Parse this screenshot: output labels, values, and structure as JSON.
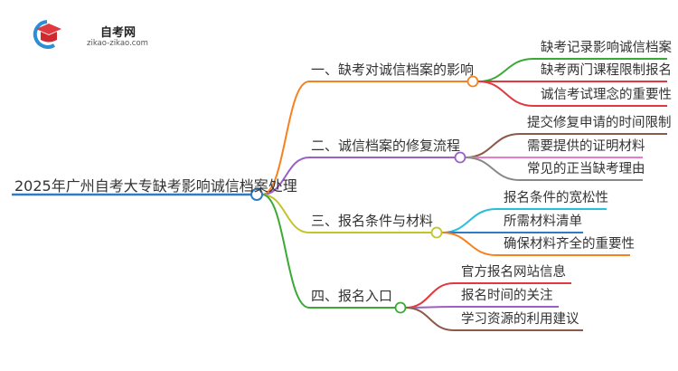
{
  "logo": {
    "title": "自考网",
    "url": "zikao-zikao.com"
  },
  "root": {
    "label": "2025年广州自考大专缺考影响诚信档案处理",
    "color": "#2f7bc4"
  },
  "branches": [
    {
      "label": "一、缺考对诚信档案的影响",
      "color": "#f5821f",
      "leaves": [
        {
          "label": "缺考记录影响诚信档案",
          "color": "#3aaa35"
        },
        {
          "label": "缺考两门课程限制报名",
          "color": "#e0393e"
        },
        {
          "label": "诚信考试理念的重要性",
          "color": "#e0393e"
        }
      ]
    },
    {
      "label": "二、诚信档案的修复流程",
      "color": "#9b5fc8",
      "leaves": [
        {
          "label": "提交修复申请的时间限制",
          "color": "#8b5a4a"
        },
        {
          "label": "需要提供的证明材料",
          "color": "#e87bc8"
        },
        {
          "label": "常见的正当缺考理由",
          "color": "#888888"
        }
      ]
    },
    {
      "label": "三、报名条件与材料",
      "color": "#c2c42a",
      "leaves": [
        {
          "label": "报名条件的宽松性",
          "color": "#27c0d8"
        },
        {
          "label": "所需材料清单",
          "color": "#2f7bc4"
        },
        {
          "label": "确保材料齐全的重要性",
          "color": "#f5821f"
        }
      ]
    },
    {
      "label": "四、报名入口",
      "color": "#3aaa35",
      "leaves": [
        {
          "label": "官方报名网站信息",
          "color": "#e0393e"
        },
        {
          "label": "报名时间的关注",
          "color": "#9b5fc8"
        },
        {
          "label": "学习资源的利用建议",
          "color": "#8b5a4a"
        }
      ]
    }
  ]
}
